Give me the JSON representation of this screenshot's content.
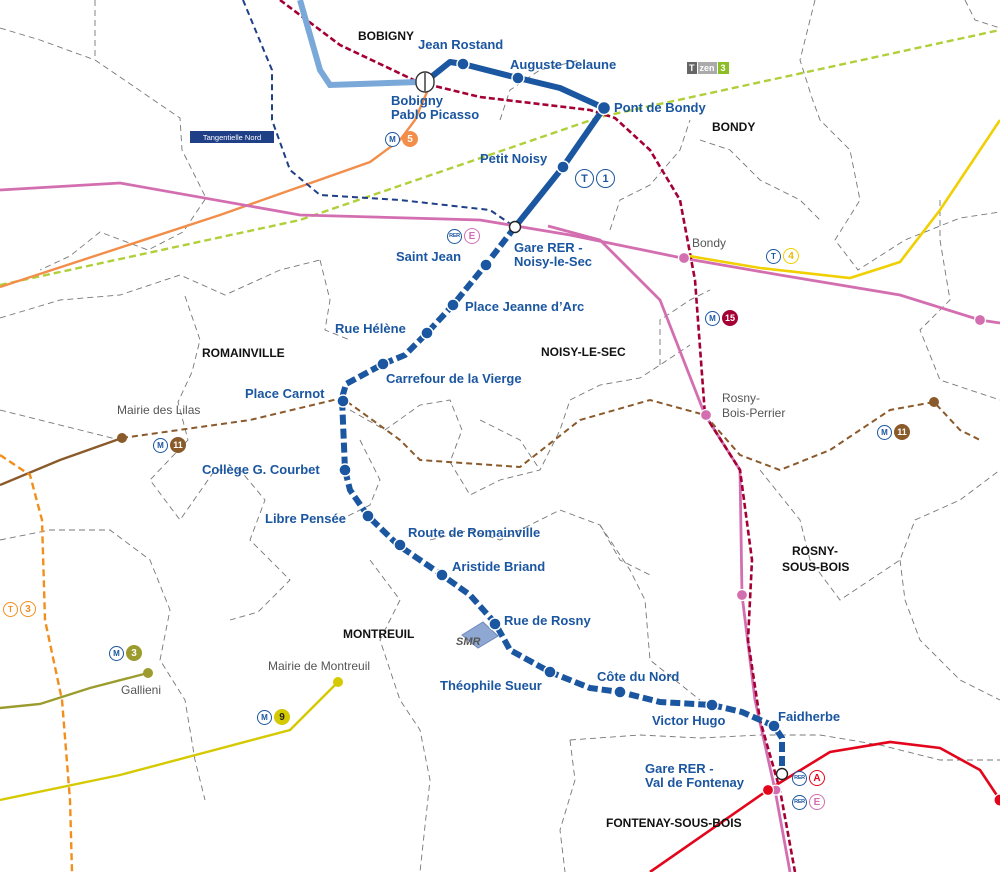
{
  "map": {
    "towns": [
      {
        "id": "bobigny",
        "label": "BOBIGNY"
      },
      {
        "id": "bondy",
        "label": "BONDY"
      },
      {
        "id": "romainville",
        "label": "ROMAINVILLE"
      },
      {
        "id": "noisy",
        "label": "NOISY-LE-SEC"
      },
      {
        "id": "rosny1",
        "label": "ROSNY-"
      },
      {
        "id": "rosny2",
        "label": "SOUS-BOIS"
      },
      {
        "id": "montreuil",
        "label": "MONTREUIL"
      },
      {
        "id": "fontenay",
        "label": "FONTENAY-SOUS-BOIS"
      }
    ],
    "stations": [
      {
        "id": "jean-rostand",
        "label": "Jean Rostand"
      },
      {
        "id": "auguste-delaune",
        "label": "Auguste Delaune"
      },
      {
        "id": "bobigny-1",
        "label": "Bobigny"
      },
      {
        "id": "bobigny-2",
        "label": "Pablo Picasso"
      },
      {
        "id": "pont-de-bondy",
        "label": "Pont de Bondy"
      },
      {
        "id": "petit-noisy",
        "label": "Petit Noisy"
      },
      {
        "id": "gare-noisy-1",
        "label": "Gare RER -"
      },
      {
        "id": "gare-noisy-2",
        "label": "Noisy-le-Sec"
      },
      {
        "id": "saint-jean",
        "label": "Saint Jean"
      },
      {
        "id": "jeanne-darc",
        "label": "Place Jeanne d’Arc"
      },
      {
        "id": "rue-helene",
        "label": "Rue Hélène"
      },
      {
        "id": "carrefour-vierge",
        "label": "Carrefour de la Vierge"
      },
      {
        "id": "place-carnot",
        "label": "Place Carnot"
      },
      {
        "id": "college-courbet",
        "label": "Collège G. Courbet"
      },
      {
        "id": "libre-pensee",
        "label": "Libre Pensée"
      },
      {
        "id": "route-romainville",
        "label": "Route de Romainville"
      },
      {
        "id": "aristide-briand",
        "label": "Aristide Briand"
      },
      {
        "id": "rue-de-rosny",
        "label": "Rue de Rosny"
      },
      {
        "id": "theophile-sueur",
        "label": "Théophile Sueur"
      },
      {
        "id": "cote-du-nord",
        "label": "Côte du Nord"
      },
      {
        "id": "victor-hugo",
        "label": "Victor Hugo"
      },
      {
        "id": "faidherbe",
        "label": "Faidherbe"
      },
      {
        "id": "gare-fontenay-1",
        "label": "Gare RER -"
      },
      {
        "id": "gare-fontenay-2",
        "label": "Val de Fontenay"
      }
    ],
    "other_stations": [
      {
        "id": "bondy-station",
        "label": "Bondy"
      },
      {
        "id": "rosny-bp-1",
        "label": "Rosny-"
      },
      {
        "id": "rosny-bp-2",
        "label": "Bois-Perrier"
      },
      {
        "id": "mairie-lilas",
        "label": "Mairie des Lilas"
      },
      {
        "id": "gallieni",
        "label": "Gallieni"
      },
      {
        "id": "mairie-montreuil",
        "label": "Mairie de Montreuil"
      }
    ],
    "smr": "SMR",
    "tangentielle_nord": "Tangentielle Nord",
    "tzen": {
      "t": "T",
      "zen": "zen",
      "num": "3"
    },
    "badges": {
      "m": "M",
      "t": "T",
      "rer": "RER",
      "m5": "5",
      "m15": "15",
      "m11a": "11",
      "m11b": "11",
      "m3": "3",
      "m9": "9",
      "t1": "1",
      "t4": "4",
      "t3": "3",
      "e1": "E",
      "e2": "E",
      "a": "A"
    },
    "colors": {
      "t1": "#1b56a0",
      "t1_existing": "#1b56a0",
      "t1_west": "#7aa8d8",
      "tangentielle": "#1f3f86",
      "m5": "#f28e4a",
      "m15": "#a50034",
      "m11": "#8b5a2b",
      "rer_e": "#d36fb0",
      "rer_a": "#e3051c",
      "t4": "#f0d000",
      "t3": "#f28e1c",
      "m3": "#9b9b2e",
      "m9": "#d5c900",
      "tzen3": "#b0d03a",
      "boundary": "#777777"
    }
  }
}
